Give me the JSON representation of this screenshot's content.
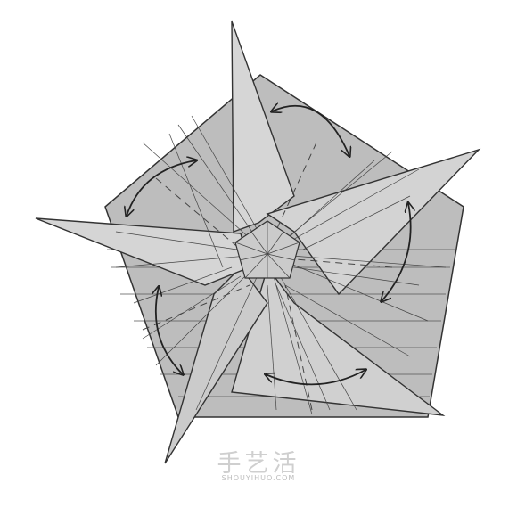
{
  "diagram": {
    "fills": {
      "background": "#ffffff",
      "pentagon": "#b9b9b9",
      "points": "#d3d3d3",
      "center": "#c4c4c4",
      "lines": "#3a3a3a"
    },
    "arrow_count": 5
  },
  "watermark": {
    "main": "手艺活",
    "sub": "SHOUYIHUO.COM"
  }
}
